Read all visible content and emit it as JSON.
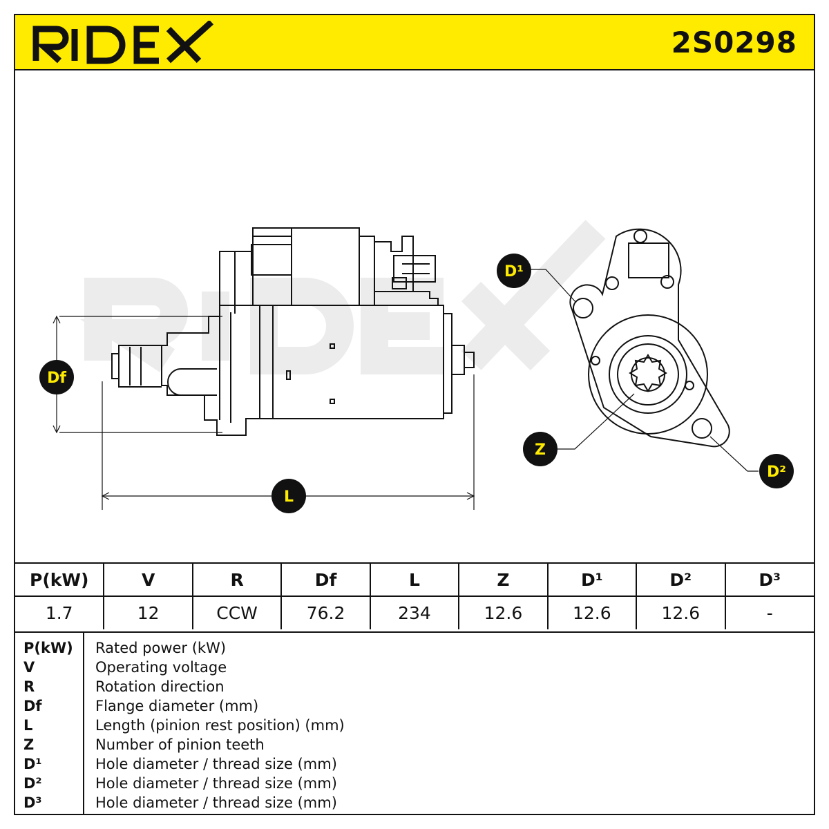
{
  "header": {
    "brand": "RIDEX",
    "part_number": "2S0298",
    "background_color": "#ffeb00"
  },
  "drawing": {
    "watermark": "RIDEX",
    "callouts": {
      "df": "Df",
      "l": "L",
      "z": "Z",
      "d1": "D¹",
      "d2": "D²"
    }
  },
  "specs": {
    "headers": [
      "P(kW)",
      "V",
      "R",
      "Df",
      "L",
      "Z",
      "D¹",
      "D²",
      "D³"
    ],
    "values": [
      "1.7",
      "12",
      "CCW",
      "76.2",
      "234",
      "12.6",
      "12.6",
      "12.6",
      "-"
    ]
  },
  "legend": [
    {
      "symbol": "P(kW)",
      "description": "Rated power (kW)"
    },
    {
      "symbol": "V",
      "description": "Operating voltage"
    },
    {
      "symbol": "R",
      "description": "Rotation direction"
    },
    {
      "symbol": "Df",
      "description": "Flange diameter (mm)"
    },
    {
      "symbol": "L",
      "description": "Length (pinion rest position) (mm)"
    },
    {
      "symbol": "Z",
      "description": "Number of pinion teeth"
    },
    {
      "symbol": "D¹",
      "description": "Hole diameter / thread size (mm)"
    },
    {
      "symbol": "D²",
      "description": "Hole diameter / thread size (mm)"
    },
    {
      "symbol": "D³",
      "description": "Hole diameter / thread size (mm)"
    }
  ]
}
